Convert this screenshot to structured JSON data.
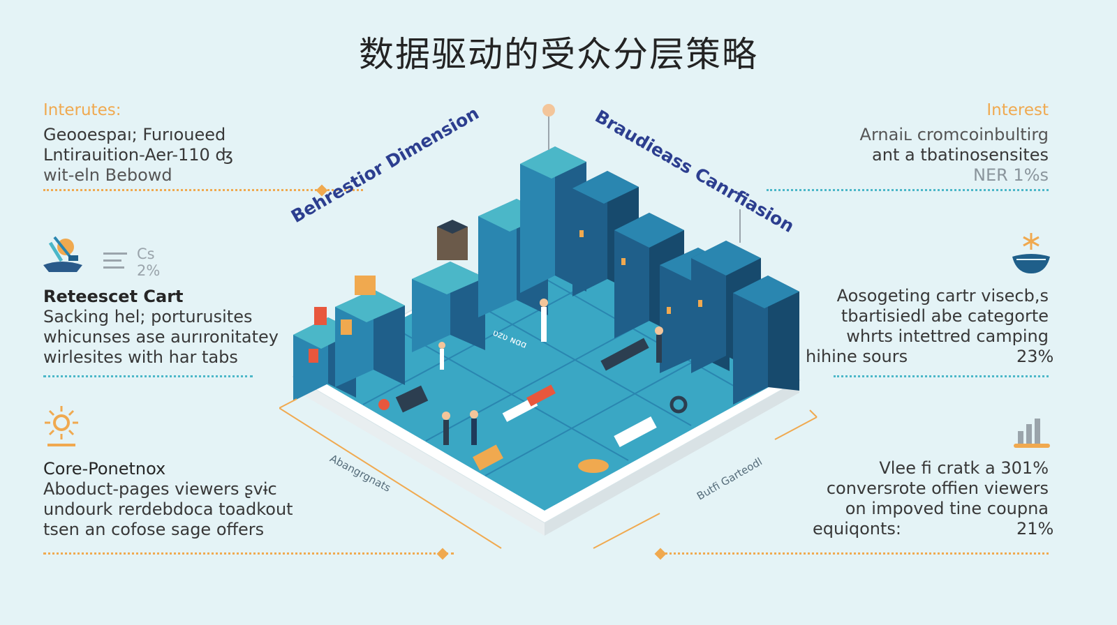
{
  "title": "数据驱动的受众分层策略",
  "left_panels": [
    {
      "heading": "Interutes:",
      "lines": [
        "Geoоespaı; Furıoueed",
        "Lntirauition-Aer-110 ʤ",
        "wit-eln Bebowd"
      ]
    },
    {
      "icon_text": [
        "Cs",
        "2%"
      ],
      "title": "Reteescet Cart",
      "lines": [
        "Sacking hel; porturusites",
        "whicunses ase aurıronitatey",
        "wirlesites with har tabs"
      ]
    },
    {
      "title": "Core-Ponetnox",
      "lines": [
        "Aboduct-pages viewers ʂvɨc",
        "undourk rerdebdoca toadkout",
        "tsen an cofose sage offers"
      ]
    }
  ],
  "right_panels": [
    {
      "heading": "Interest",
      "lines": [
        "Arnaiʟ cromcoinbultirg",
        "ant a tbatinosensites",
        "NER 1%s"
      ]
    },
    {
      "lines": [
        "Aosogeting cartr visecb,s",
        "tbartisiedl abe categorte",
        "whrts intettred camping",
        "hihine sours"
      ],
      "percent": "23%"
    },
    {
      "lines": [
        "Vlee fi cratk a 301%",
        "conversrote offien viewers",
        "on impoved tine coupna",
        "equiqonts:"
      ],
      "percent": "21%"
    }
  ],
  "diagram": {
    "label_left": "Behrestior Dimension",
    "label_right": "Braudieass Canrfiasion",
    "plate_left": "Abangrgnats",
    "plate_right": "Butfi Garteodl",
    "floor_text": "ʋzʋ ɴɑɑ"
  },
  "colors": {
    "accent_orange": "#f0a94f",
    "accent_blue": "#4bb7c8",
    "building_dark": "#1f5f8a",
    "building_mid": "#2a86b0",
    "floor": "#3aa7c4",
    "label_navy": "#2c3e8f"
  }
}
